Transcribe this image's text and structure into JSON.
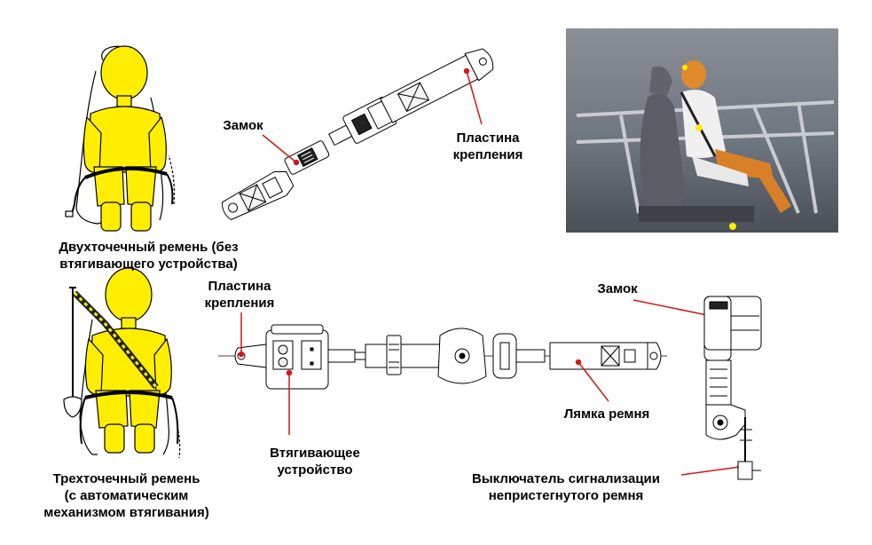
{
  "labels": {
    "two_point_caption": [
      "Двухточечный ремень (без",
      "втягивающего устройства)"
    ],
    "three_point_caption": [
      "Трехточечный ремень",
      "(с автоматическим",
      "механизмом втягивания)"
    ],
    "lock_top": "Замок",
    "plate_top": [
      "Пластина",
      "крепления"
    ],
    "plate_bottom": [
      "Пластина",
      "крепления"
    ],
    "retractor": [
      "Втягивающее",
      "устройство"
    ],
    "webbing": "Лямка ремня",
    "lock_right": "Замок",
    "switch": [
      "Выключатель сигнализации",
      "непристегнутого ремня"
    ]
  },
  "colors": {
    "figure_fill": "#ffee00",
    "leader_line": "#d01818",
    "outline": "#000000",
    "text": "#000000"
  },
  "icons": [
    "crash-test-photo",
    "dummy-two-point-figure",
    "dummy-three-point-figure"
  ]
}
